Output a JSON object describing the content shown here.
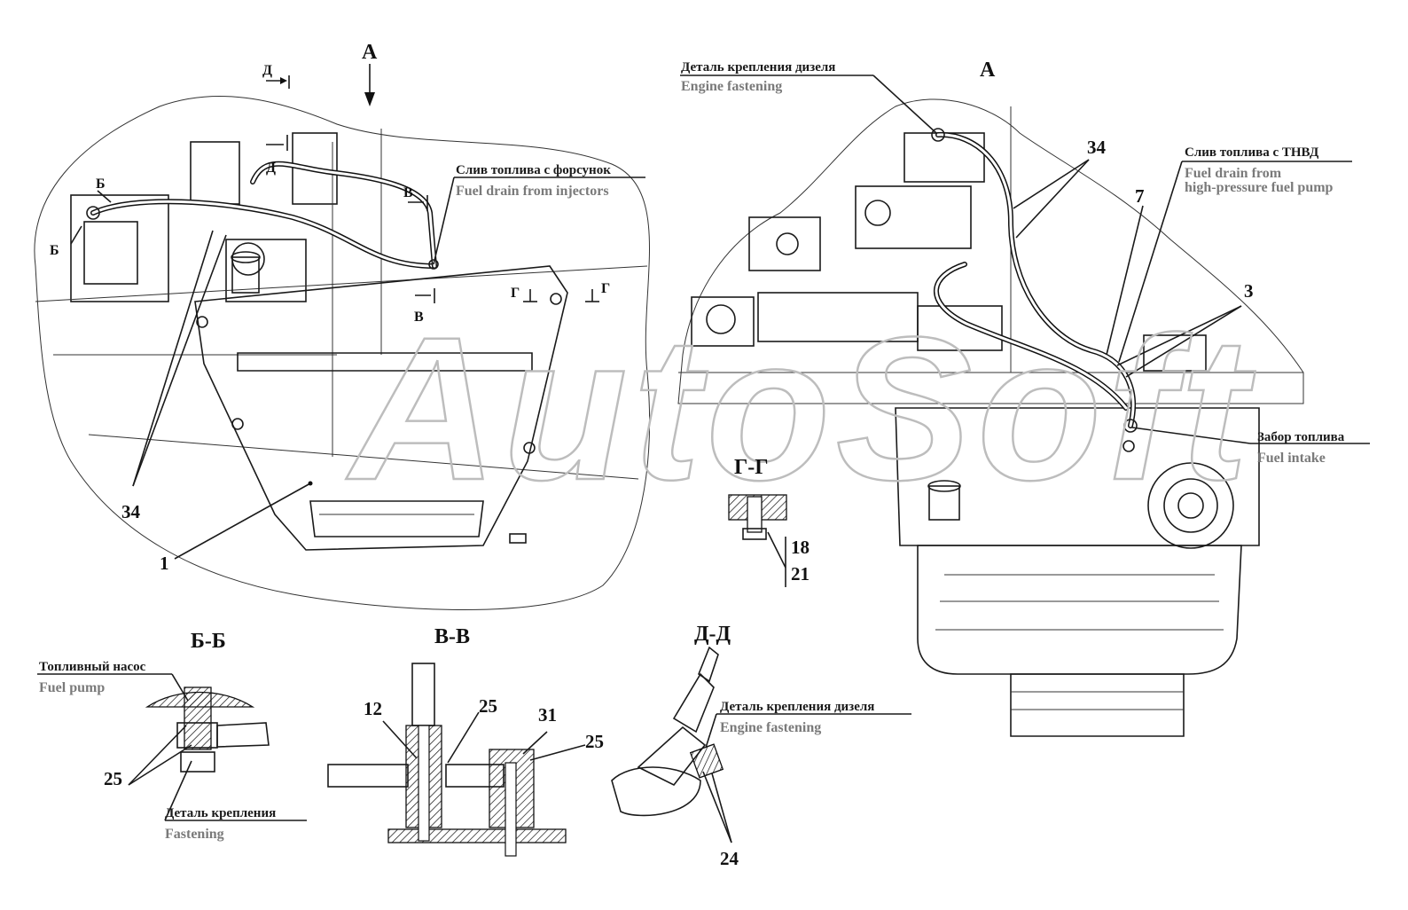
{
  "watermark": "AutoSoft",
  "view_labels": {
    "view_a_arrow": "А",
    "view_a_title": "А",
    "sec_d": "Д",
    "sec_d2": "Д",
    "sec_b_left": "Б",
    "sec_b_left2": "Б",
    "sec_v_top": "В",
    "sec_v_bottom": "В",
    "sec_g_left": "Г",
    "sec_g_right": "Г"
  },
  "callouts": {
    "injector_drain_ru": "Слив топлива с форсунок",
    "injector_drain_en": "Fuel drain from injectors",
    "engine_fastening_ru": "Деталь крепления дизеля",
    "engine_fastening_en": "Engine fastening",
    "hp_drain_ru": "Слив топлива с ТНВД",
    "hp_drain_en_1": "Fuel drain from",
    "hp_drain_en_2": "high-pressure fuel pump",
    "fuel_intake_ru": "Забор топлива",
    "fuel_intake_en": "Fuel intake",
    "fuel_pump_ru": "Топливный насос",
    "fuel_pump_en": "Fuel pump",
    "fastening_ru": "Деталь крепления",
    "fastening_en": "Fastening",
    "engine_fastening_dd_ru": "Деталь крепления дизеля",
    "engine_fastening_dd_en": "Engine fastening"
  },
  "section_titles": {
    "gg": "Г-Г",
    "bb": "Б-Б",
    "vv": "В-В",
    "dd": "Д-Д"
  },
  "part_numbers": {
    "n34_left": "34",
    "n1": "1",
    "n34_right": "34",
    "n7": "7",
    "n3": "3",
    "n18": "18",
    "n21": "21",
    "n25_bb": "25",
    "n12": "12",
    "n25_vv_a": "25",
    "n31": "31",
    "n25_vv_b": "25",
    "n24": "24"
  }
}
